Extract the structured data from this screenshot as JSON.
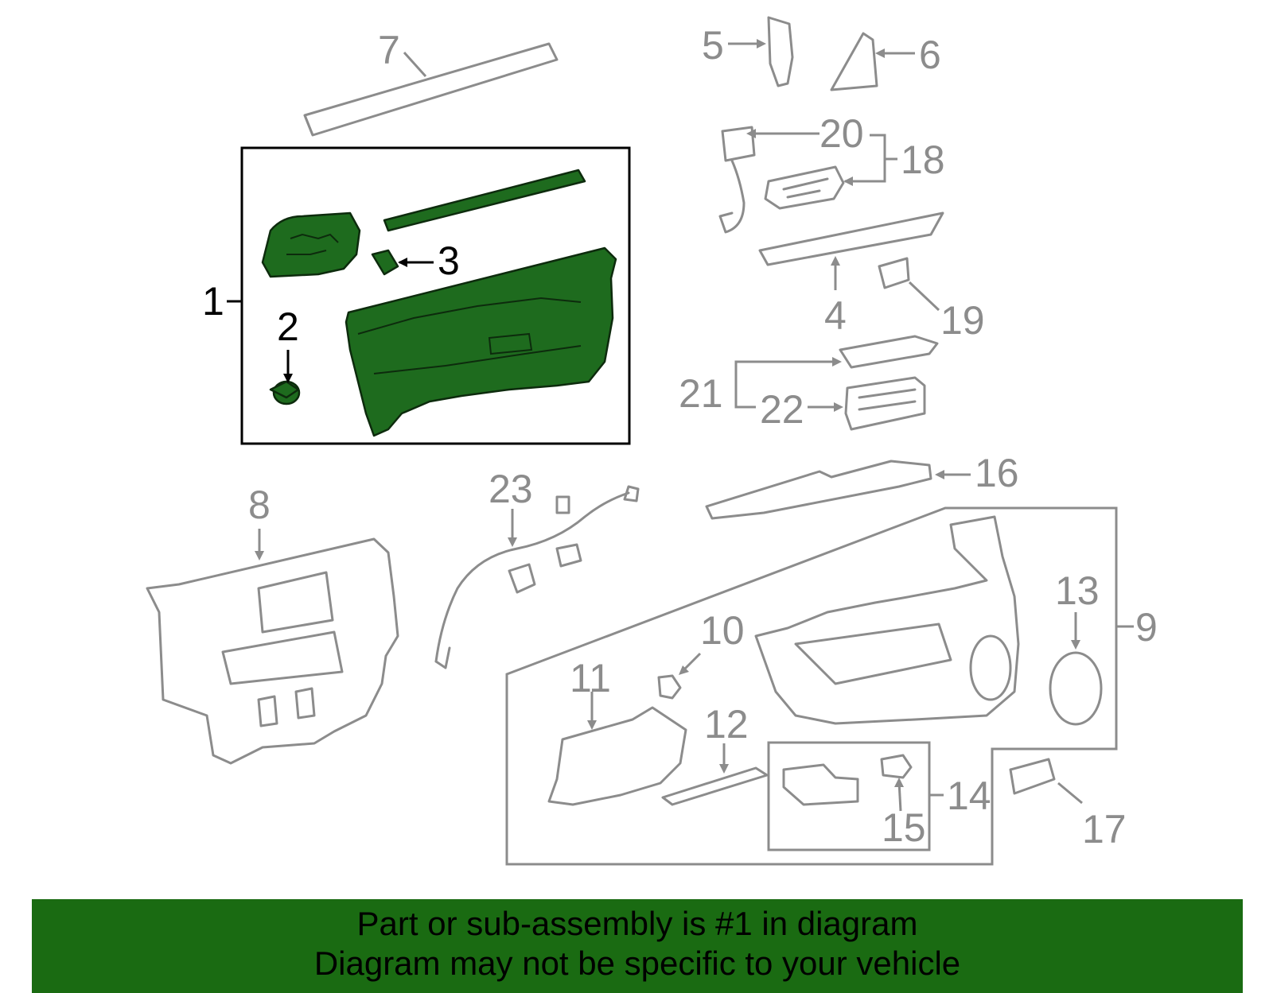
{
  "diagram": {
    "highlighted_part": "1",
    "callouts": {
      "c1": "1",
      "c2": "2",
      "c3": "3",
      "c4": "4",
      "c5": "5",
      "c6": "6",
      "c7": "7",
      "c8": "8",
      "c9": "9",
      "c10": "10",
      "c11": "11",
      "c12": "12",
      "c13": "13",
      "c14": "14",
      "c15": "15",
      "c16": "16",
      "c17": "17",
      "c18": "18",
      "c19": "19",
      "c20": "20",
      "c21": "21",
      "c22": "22",
      "c23": "23"
    },
    "colors": {
      "highlight": "#1e6b1e",
      "banner": "#1a6b12",
      "part_outline": "#8c8c8c"
    }
  },
  "banner": {
    "line1": "Part or sub-assembly is #1 in diagram",
    "line2": "Diagram may not be specific to your vehicle"
  }
}
